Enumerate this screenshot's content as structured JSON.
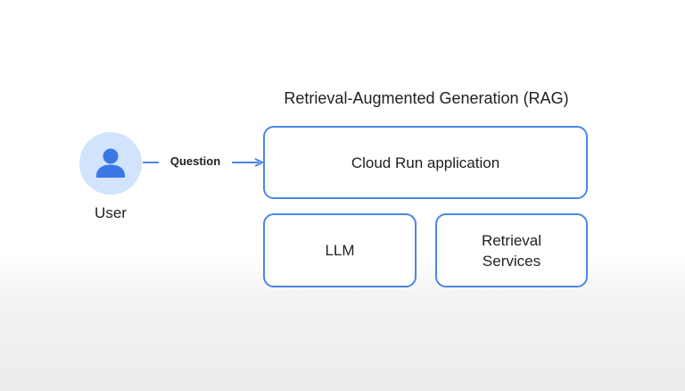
{
  "diagram": {
    "title": "Retrieval-Augmented Generation (RAG)",
    "user": {
      "label": "User",
      "icon": "person-icon"
    },
    "edge": {
      "label": "Question",
      "from": "User",
      "to": "Cloud Run application"
    },
    "nodes": {
      "app": "Cloud Run application",
      "llm": "LLM",
      "retrieval_line1": "Retrieval",
      "retrieval_line2": "Services"
    },
    "colors": {
      "accent": "#4a86e8",
      "avatar_bg": "#d2e3fc",
      "avatar_fg": "#3b78e7",
      "text": "#202124"
    }
  }
}
